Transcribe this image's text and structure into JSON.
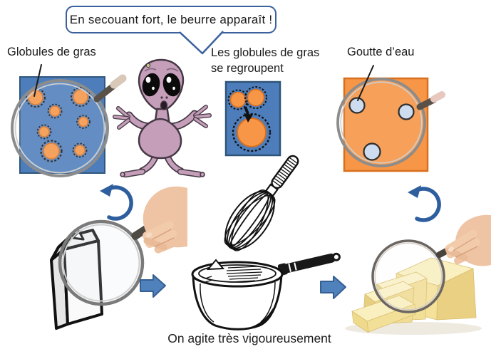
{
  "bubble": {
    "text": "En secouant fort, le beurre apparaît !"
  },
  "labels": {
    "fat_globules": "Globules de gras",
    "regroup_line1": "Les globules de gras",
    "regroup_line2": "se regroupent",
    "water_drop": "Goutte d’eau",
    "caption": "On agite très vigoureusement"
  },
  "icons": {
    "magnifier": "magnifying-glass",
    "alien": "alien-character",
    "milk_carton": "milk-carton",
    "whisk": "whisk",
    "saucepan": "saucepan",
    "butter": "butter-block",
    "right_arrow": "block-arrow-right",
    "rotate_arrow": "curved-rotation-arrow",
    "merge_arrow": "small-down-arrow"
  },
  "colors": {
    "bubble_border": "#3A619C",
    "panel_blue": "#4D7EBB",
    "globule_orange": "#F79646",
    "globule_border": "#D86F1E",
    "droplet_fill": "#C9DAEE",
    "arrow_fill": "#4F81BD",
    "arrow_outline": "#365F91",
    "arrow_dark": "#2E5E9E"
  }
}
